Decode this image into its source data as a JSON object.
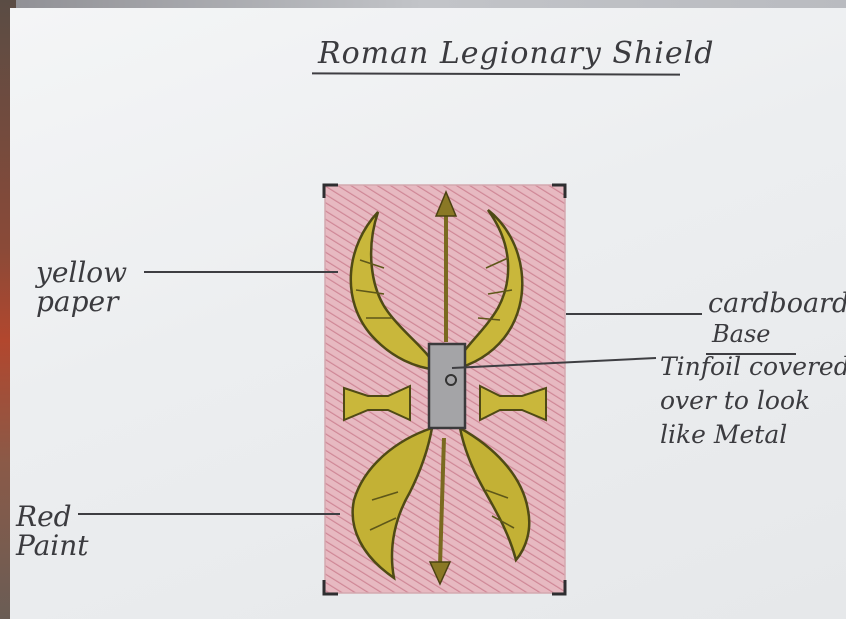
{
  "title": "Roman Legionary Shield",
  "labels": {
    "yellow_paper": "yellow\npaper",
    "cardboard": "cardboard",
    "base": "Base",
    "tinfoil": "Tinfoil covered\nover to look\nlike Metal",
    "red_paint": "Red\nPaint"
  },
  "colors": {
    "shield_red": "#d99aa6",
    "wing_yellow": "#c7b53a",
    "wing_outline": "#5c5718",
    "boss_grey": "#a3a3a6",
    "pencil": "#3b3b3f"
  }
}
